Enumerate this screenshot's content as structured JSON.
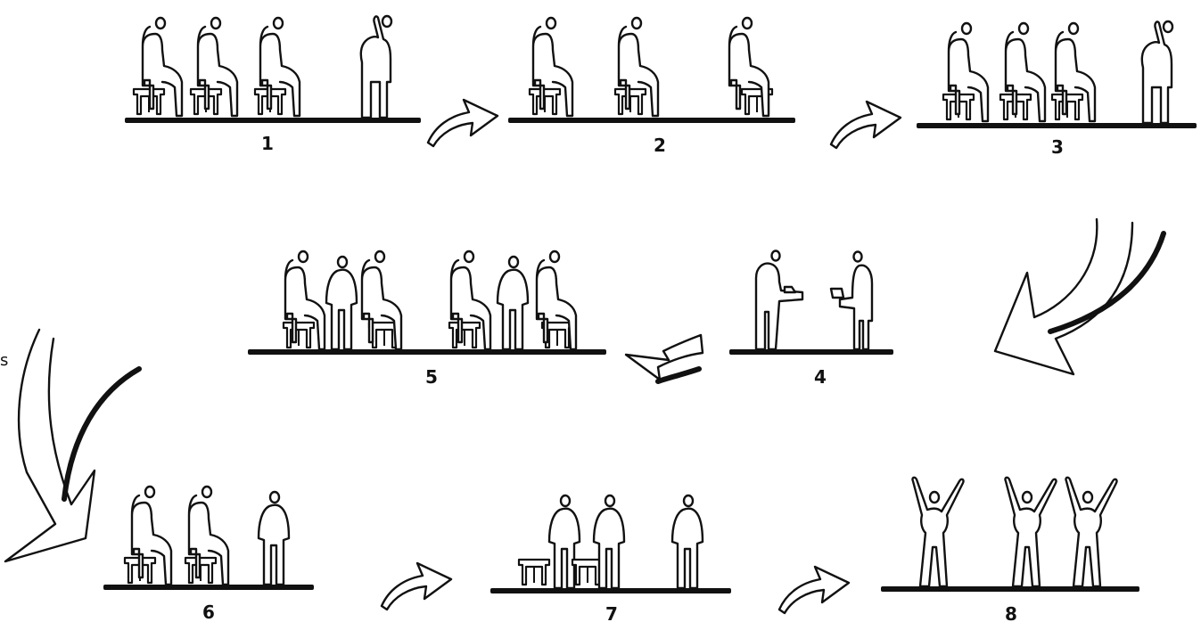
{
  "panels": [
    {
      "id": "p1",
      "label": "1"
    },
    {
      "id": "p2",
      "label": "2"
    },
    {
      "id": "p3",
      "label": "3"
    },
    {
      "id": "p4",
      "label": "4"
    },
    {
      "id": "p5",
      "label": "5"
    },
    {
      "id": "p6",
      "label": "6"
    },
    {
      "id": "p7",
      "label": "7"
    },
    {
      "id": "p8",
      "label": "8"
    }
  ],
  "edge_fragment": "s"
}
